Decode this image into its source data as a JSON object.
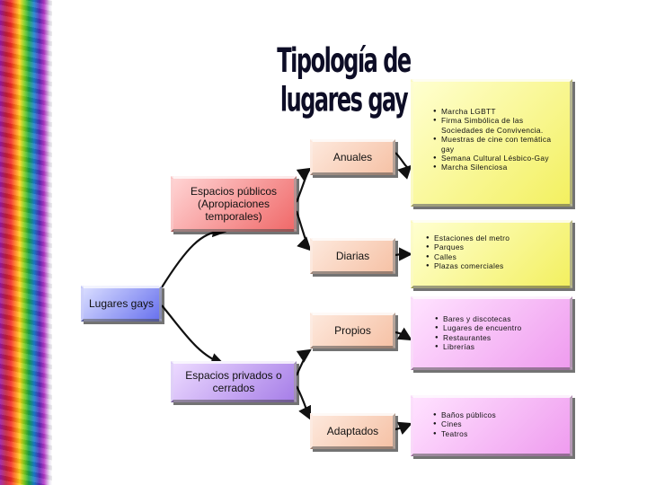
{
  "title": "Tipología de lugares gay",
  "nodes": {
    "root": "Lugares gays",
    "public": "Espacios públicos (Apropiaciones temporales)",
    "private": "Espacios privados o cerrados",
    "anuales": "Anuales",
    "diarias": "Diarias",
    "propios": "Propios",
    "adaptados": "Adaptados"
  },
  "lists": {
    "anuales": [
      "Marcha LGBTT",
      "Firma Simbólica de las Sociedades de Convivencia.",
      "Muestras de cine con temática gay",
      "Semana Cultural Lésbico-Gay",
      "Marcha Silenciosa"
    ],
    "diarias": [
      "Estaciones del metro",
      "Parques",
      "Calles",
      "Plazas comerciales"
    ],
    "propios": [
      "Bares y discotecas",
      "Lugares de encuentro",
      "Restaurantes",
      "Librerías"
    ],
    "adaptados": [
      "Baños públicos",
      "Cines",
      "Teatros"
    ]
  },
  "colors": {
    "root": "#6a73ee",
    "public": "#f06a6a",
    "private": "#a77fe8",
    "category": "#f6c2a6",
    "list_public": "#f3f060",
    "list_private": "#ef9cef"
  }
}
